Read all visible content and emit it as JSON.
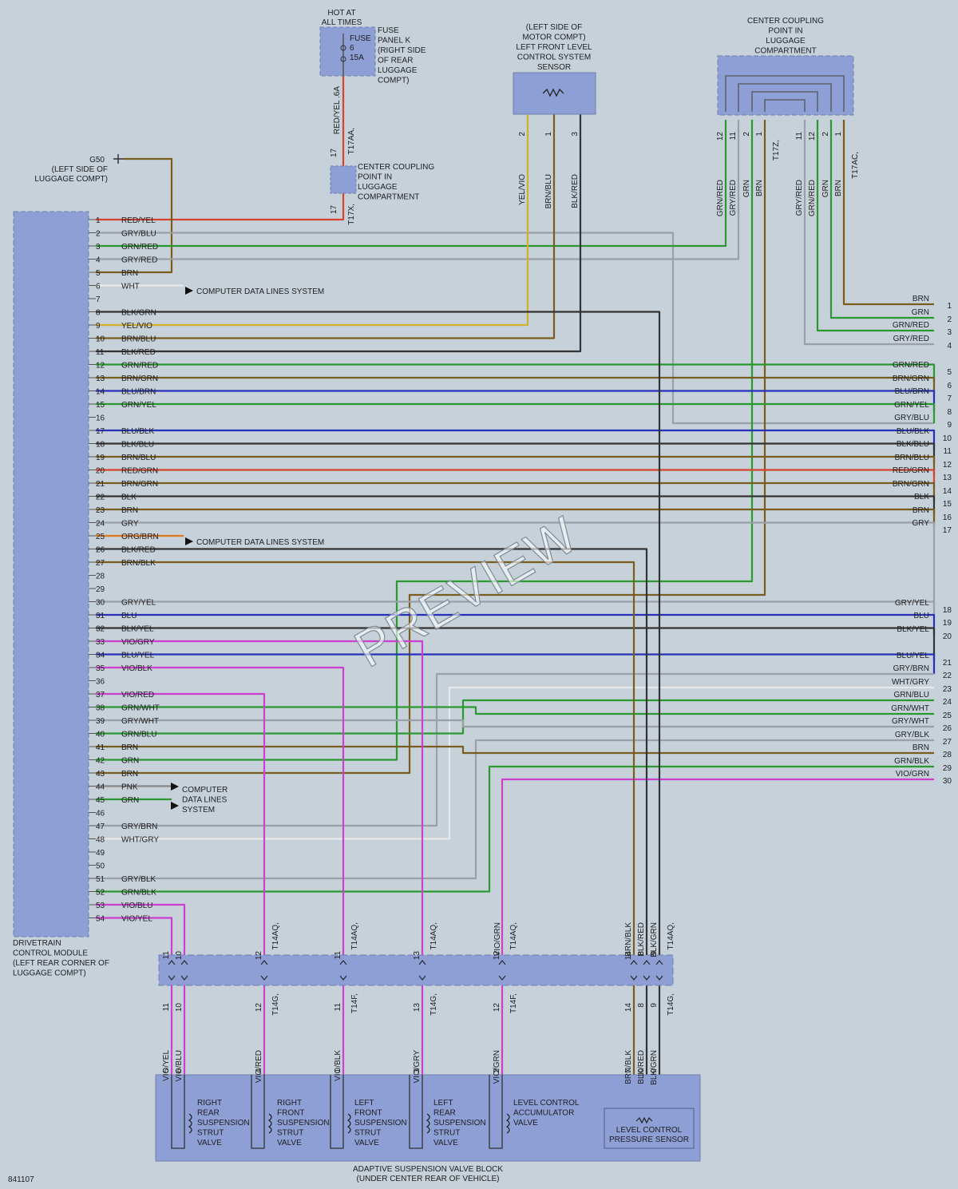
{
  "diagram_id": "841107",
  "watermark": "PREVIEW",
  "labels": {
    "hot": [
      "HOT AT",
      "ALL TIMES"
    ],
    "fuse_name": [
      "FUSE",
      "6",
      "15A"
    ],
    "fuse_desc": [
      "PANEL K",
      "(RIGHT SIDE",
      "OF REAR",
      "LUGGAGE",
      "COMPT)"
    ],
    "fuse_wire": "RED/YEL .6A",
    "conn_t17aa": "T17AA,",
    "conn_t17x": "T17X,",
    "conn_t17z": "T17Z,",
    "conn_t17ac": "T17AC,",
    "coupling_small": [
      "CENTER COUPLING",
      "POINT IN",
      "LUGGAGE",
      "COMPARTMENT"
    ],
    "coupling_top": [
      "CENTER COUPLING",
      "POINT IN",
      "LUGGAGE",
      "COMPARTMENT"
    ],
    "ground_name": "G50",
    "ground_desc": [
      "(LEFT SIDE OF",
      "LUGGAGE COMPT)"
    ],
    "sensor_title": [
      "(LEFT SIDE OF",
      "MOTOR COMPT)",
      "LEFT FRONT LEVEL",
      "CONTROL SYSTEM",
      "SENSOR"
    ],
    "module_name": [
      "DRIVETRAIN",
      "CONTROL MODULE",
      "(LEFT REAR CORNER OF",
      "LUGGAGE COMPT)"
    ],
    "data_lines_1": "COMPUTER DATA LINES SYSTEM",
    "data_lines_2": "COMPUTER DATA LINES SYSTEM",
    "data_lines_3": [
      "COMPUTER",
      "DATA LINES",
      "SYSTEM"
    ],
    "valve_block": [
      "ADAPTIVE SUSPENSION VALVE BLOCK",
      "(UNDER CENTER REAR OF VEHICLE)"
    ],
    "t14aq": "T14AQ,",
    "t14g": "T14G,",
    "t14f": "T14F,"
  },
  "valves": [
    {
      "name": [
        "RIGHT",
        "REAR",
        "SUSPENSION",
        "STRUT",
        "VALVE"
      ]
    },
    {
      "name": [
        "RIGHT",
        "FRONT",
        "SUSPENSION",
        "STRUT",
        "VALVE"
      ]
    },
    {
      "name": [
        "LEFT",
        "FRONT",
        "SUSPENSION",
        "STRUT",
        "VALVE"
      ]
    },
    {
      "name": [
        "LEFT",
        "REAR",
        "SUSPENSION",
        "STRUT",
        "VALVE"
      ]
    },
    {
      "name": [
        "LEVEL CONTROL",
        "ACCUMULATOR",
        "VALVE"
      ]
    }
  ],
  "pressure_sensor": [
    "LEVEL CONTROL",
    "PRESSURE SENSOR"
  ],
  "module_pins": [
    {
      "pin": "1",
      "wire": "RED/YEL"
    },
    {
      "pin": "2",
      "wire": "GRY/BLU"
    },
    {
      "pin": "3",
      "wire": "GRN/RED"
    },
    {
      "pin": "4",
      "wire": "GRY/RED"
    },
    {
      "pin": "5",
      "wire": "BRN"
    },
    {
      "pin": "6",
      "wire": "WHT"
    },
    {
      "pin": "7",
      "wire": ""
    },
    {
      "pin": "8",
      "wire": "BLK/GRN"
    },
    {
      "pin": "9",
      "wire": "YEL/VIO"
    },
    {
      "pin": "10",
      "wire": "BRN/BLU"
    },
    {
      "pin": "11",
      "wire": "BLK/RED"
    },
    {
      "pin": "12",
      "wire": "GRN/RED"
    },
    {
      "pin": "13",
      "wire": "BRN/GRN"
    },
    {
      "pin": "14",
      "wire": "BLU/BRN"
    },
    {
      "pin": "15",
      "wire": "GRN/YEL"
    },
    {
      "pin": "16",
      "wire": ""
    },
    {
      "pin": "17",
      "wire": "BLU/BLK"
    },
    {
      "pin": "18",
      "wire": "BLK/BLU"
    },
    {
      "pin": "19",
      "wire": "BRN/BLU"
    },
    {
      "pin": "20",
      "wire": "RED/GRN"
    },
    {
      "pin": "21",
      "wire": "BRN/GRN"
    },
    {
      "pin": "22",
      "wire": "BLK"
    },
    {
      "pin": "23",
      "wire": "BRN"
    },
    {
      "pin": "24",
      "wire": "GRY"
    },
    {
      "pin": "25",
      "wire": "ORG/BRN"
    },
    {
      "pin": "26",
      "wire": "BLK/RED"
    },
    {
      "pin": "27",
      "wire": "BRN/BLK"
    },
    {
      "pin": "28",
      "wire": ""
    },
    {
      "pin": "29",
      "wire": ""
    },
    {
      "pin": "30",
      "wire": "GRY/YEL"
    },
    {
      "pin": "31",
      "wire": "BLU"
    },
    {
      "pin": "32",
      "wire": "BLK/YEL"
    },
    {
      "pin": "33",
      "wire": "VIO/GRY"
    },
    {
      "pin": "34",
      "wire": "BLU/YEL"
    },
    {
      "pin": "35",
      "wire": "VIO/BLK"
    },
    {
      "pin": "36",
      "wire": ""
    },
    {
      "pin": "37",
      "wire": "VIO/RED"
    },
    {
      "pin": "38",
      "wire": "GRN/WHT"
    },
    {
      "pin": "39",
      "wire": "GRY/WHT"
    },
    {
      "pin": "40",
      "wire": "GRN/BLU"
    },
    {
      "pin": "41",
      "wire": "BRN"
    },
    {
      "pin": "42",
      "wire": "GRN"
    },
    {
      "pin": "43",
      "wire": "BRN"
    },
    {
      "pin": "44",
      "wire": "PNK"
    },
    {
      "pin": "45",
      "wire": "GRN"
    },
    {
      "pin": "46",
      "wire": ""
    },
    {
      "pin": "47",
      "wire": "GRY/BRN"
    },
    {
      "pin": "48",
      "wire": "WHT/GRY"
    },
    {
      "pin": "49",
      "wire": ""
    },
    {
      "pin": "50",
      "wire": ""
    },
    {
      "pin": "51",
      "wire": "GRY/BLK"
    },
    {
      "pin": "52",
      "wire": "GRN/BLK"
    },
    {
      "pin": "53",
      "wire": "VIO/BLU"
    },
    {
      "pin": "54",
      "wire": "VIO/YEL"
    }
  ],
  "right_edge": [
    {
      "num": "1",
      "wire": "BRN"
    },
    {
      "num": "2",
      "wire": "GRN"
    },
    {
      "num": "3",
      "wire": "GRN/RED"
    },
    {
      "num": "4",
      "wire": "GRY/RED"
    },
    {
      "num": "5",
      "wire": "GRN/RED"
    },
    {
      "num": "6",
      "wire": "BRN/GRN"
    },
    {
      "num": "7",
      "wire": "BLU/BRN"
    },
    {
      "num": "8",
      "wire": "GRN/YEL"
    },
    {
      "num": "9",
      "wire": "GRY/BLU"
    },
    {
      "num": "10",
      "wire": "BLU/BLK"
    },
    {
      "num": "11",
      "wire": "BLK/BLU"
    },
    {
      "num": "12",
      "wire": "BRN/BLU"
    },
    {
      "num": "13",
      "wire": "RED/GRN"
    },
    {
      "num": "14",
      "wire": "BRN/GRN"
    },
    {
      "num": "15",
      "wire": "BLK"
    },
    {
      "num": "16",
      "wire": "BRN"
    },
    {
      "num": "17",
      "wire": "GRY"
    },
    {
      "num": "18",
      "wire": "GRY/YEL"
    },
    {
      "num": "19",
      "wire": "BLU"
    },
    {
      "num": "20",
      "wire": "BLK/YEL"
    },
    {
      "num": "21",
      "wire": "BLU/YEL"
    },
    {
      "num": "22",
      "wire": "GRY/BRN"
    },
    {
      "num": "23",
      "wire": "WHT/GRY"
    },
    {
      "num": "24",
      "wire": "GRN/BLU"
    },
    {
      "num": "25",
      "wire": "GRN/WHT"
    },
    {
      "num": "26",
      "wire": "GRY/WHT"
    },
    {
      "num": "27",
      "wire": "GRY/BLK"
    },
    {
      "num": "28",
      "wire": "BRN"
    },
    {
      "num": "29",
      "wire": "GRN/BLK"
    },
    {
      "num": "30",
      "wire": "VIO/GRN"
    }
  ],
  "sensor_pins": [
    {
      "pin": "2",
      "wire": "YEL/VIO"
    },
    {
      "pin": "1",
      "wire": "BRN/BLU"
    },
    {
      "pin": "3",
      "wire": "BLK/RED"
    }
  ],
  "top_conn_pins": [
    {
      "pin": "12",
      "wire": "GRN/RED"
    },
    {
      "pin": "11",
      "wire": "GRY/RED"
    },
    {
      "pin": "2",
      "wire": "GRN"
    },
    {
      "pin": "1",
      "wire": "BRN"
    },
    {
      "pin": "11",
      "wire": "GRY/RED"
    },
    {
      "pin": "12",
      "wire": "GRN/RED"
    },
    {
      "pin": "2",
      "wire": "GRN"
    },
    {
      "pin": "1",
      "wire": "BRN"
    }
  ],
  "valve_wires": [
    {
      "top": "11",
      "bot": "11",
      "wire": "VIO/YEL",
      "valve_pin": "5"
    },
    {
      "top": "10",
      "bot": "10",
      "wire": "VIO/BLU",
      "valve_pin": "6"
    },
    {
      "top": "12",
      "bot": "12",
      "wire": "VIO/RED",
      "valve_pin": "4"
    },
    {
      "top": "11",
      "bot": "11",
      "wire": "VIO/BLK",
      "valve_pin": "1"
    },
    {
      "top": "13",
      "bot": "13",
      "wire": "VIO/GRY",
      "valve_pin": "3"
    },
    {
      "top": "12",
      "bot": "12",
      "wire": "VIO/GRN",
      "valve_pin": "2"
    },
    {
      "top": "14",
      "bot": "14",
      "wire": "BRN/BLK",
      "valve_pin": "7"
    },
    {
      "top": "8",
      "bot": "8",
      "wire": "BLK/RED",
      "valve_pin": "10"
    },
    {
      "top": "9",
      "bot": "9",
      "wire": "BLK/GRN",
      "valve_pin": "9"
    }
  ],
  "colors": {
    "background": "#c6d1da",
    "component": "#8e9fd6",
    "RED": "#d9422c",
    "BRN": "#7a5c1c",
    "GRN": "#2a9a30",
    "GRY": "#9aa0a6",
    "BLU": "#2630b8",
    "VIO": "#cc3fcf",
    "YEL": "#d3b02a",
    "BLK": "#333333",
    "WHT": "#e8e8e8",
    "ORG": "#e07a1f"
  }
}
